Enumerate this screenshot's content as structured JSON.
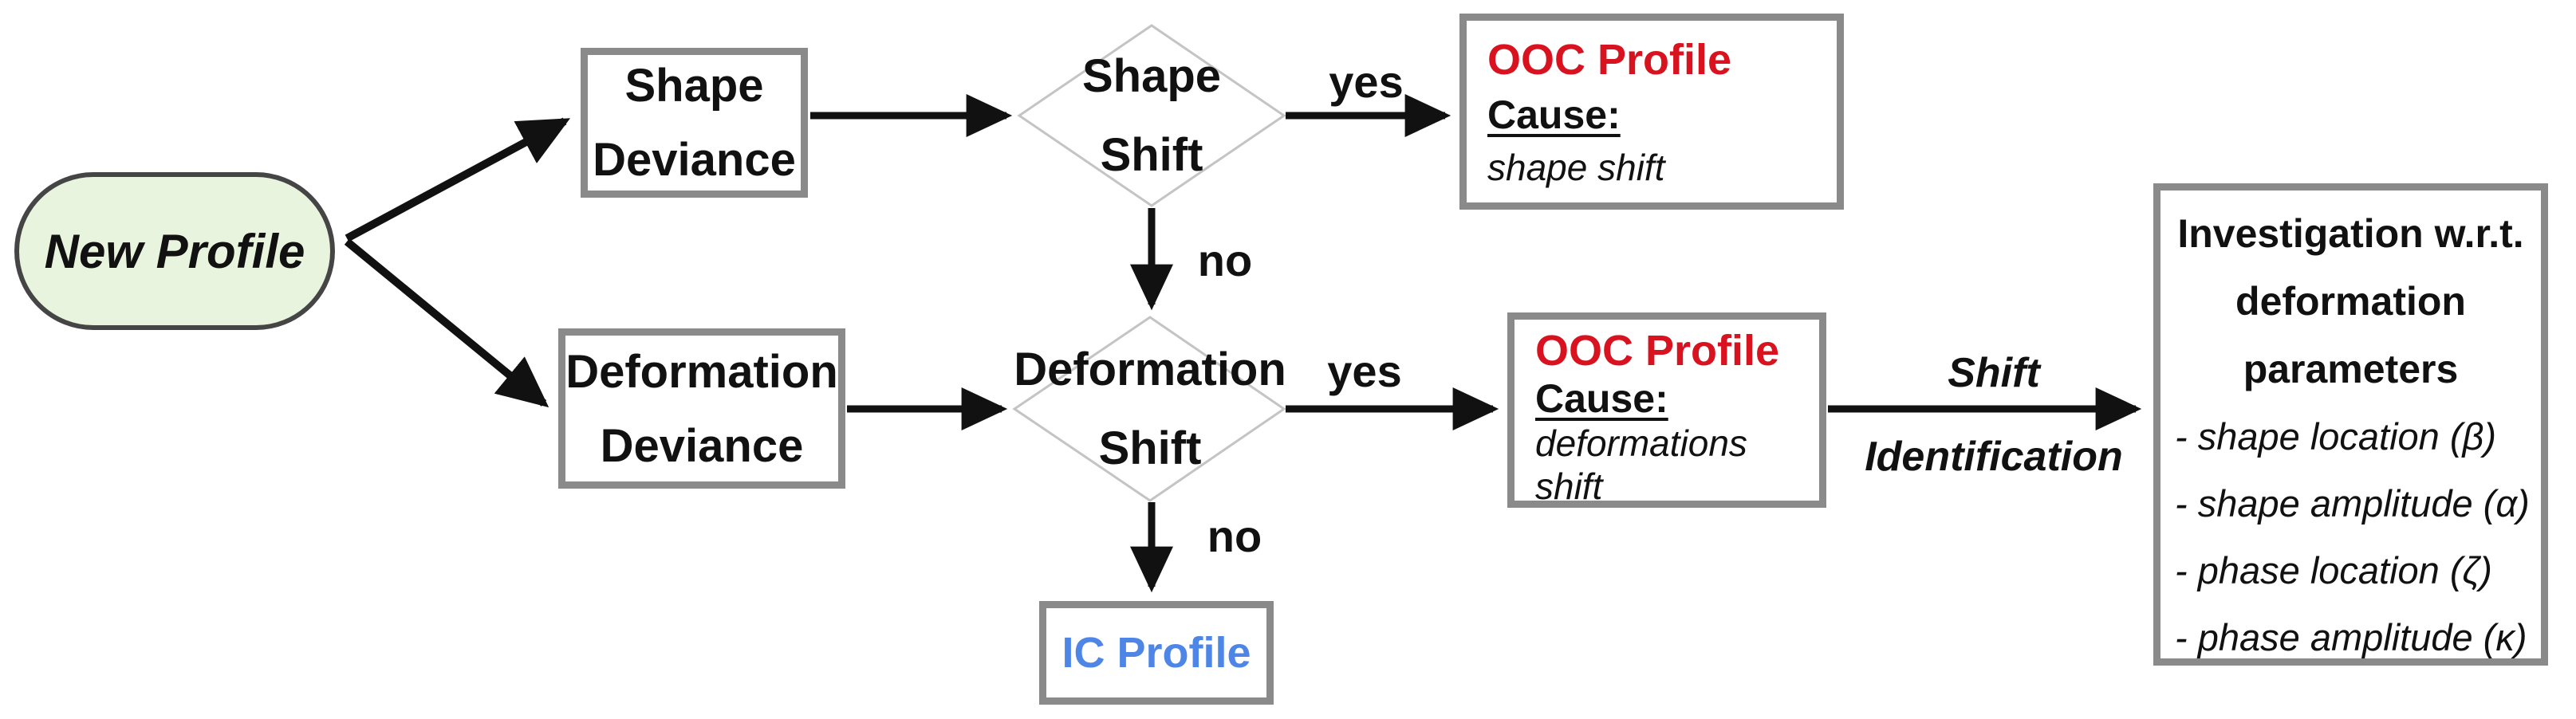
{
  "diagram": {
    "title_hint": "Profile monitoring decision flowchart",
    "colors": {
      "ooc_red": "#d9121f",
      "ic_blue": "#4e86e8",
      "start_fill_green": "#e9f4df",
      "box_border_gray": "#8a8a8a",
      "diamond_border_gray": "#c4c4c4",
      "arrow_black": "#111111"
    },
    "nodes": {
      "start": {
        "label": "New Profile"
      },
      "shape_deviance": {
        "line1": "Shape",
        "line2": "Deviance"
      },
      "shape_shift": {
        "line1": "Shape",
        "line2": "Shift"
      },
      "ooc_shape": {
        "title": "OOC Profile",
        "cause_label": "Cause:",
        "cause_value": "shape shift"
      },
      "deformation_deviance": {
        "line1": "Deformation",
        "line2": "Deviance"
      },
      "deformation_shift": {
        "line1": "Deformation",
        "line2": "Shift"
      },
      "ooc_deformation": {
        "title": "OOC Profile",
        "cause_label": "Cause:",
        "cause_value": "deformations shift"
      },
      "ic_profile": {
        "label": "IC Profile"
      },
      "investigation": {
        "title_line1": "Investigation w.r.t.",
        "title_line2": "deformation",
        "title_line3": "parameters",
        "items": [
          "- shape location (β)",
          "- shape amplitude (α)",
          "- phase location (ζ)",
          "- phase amplitude (κ)"
        ]
      }
    },
    "edge_labels": {
      "shape_yes": "yes",
      "shape_no": "no",
      "deformation_yes": "yes",
      "deformation_no": "no",
      "shift_identification_line1": "Shift",
      "shift_identification_line2": "Identification"
    }
  }
}
